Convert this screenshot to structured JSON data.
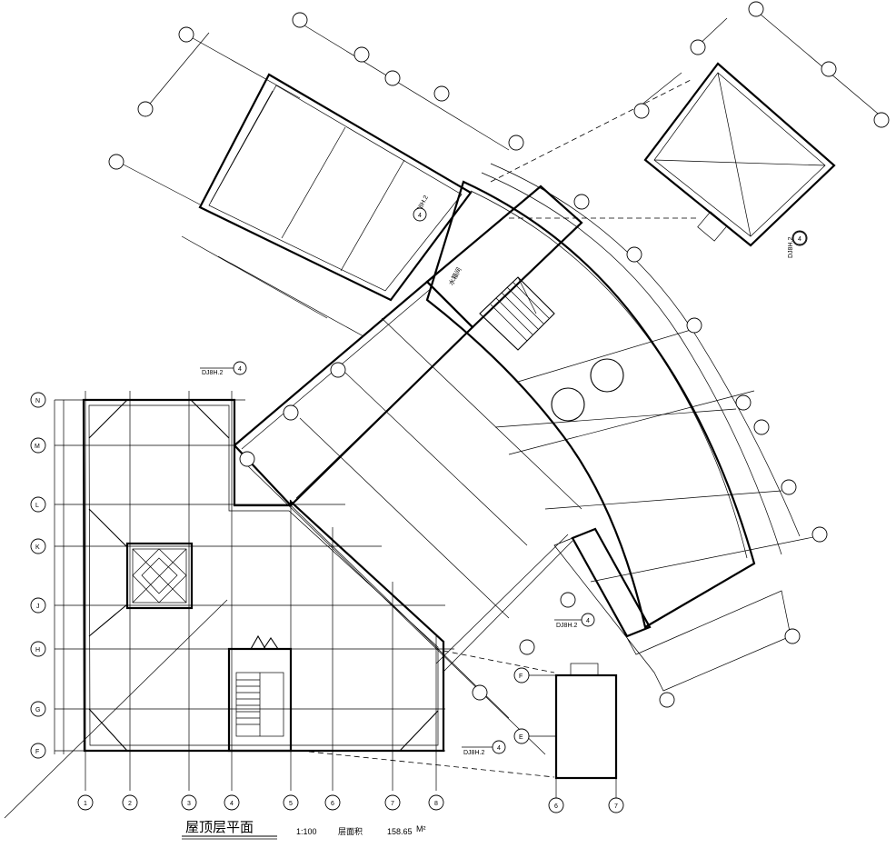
{
  "drawing": {
    "title": "屋顶层平面",
    "scale": "1:100",
    "area_label": "层面积",
    "area_value": "158.65",
    "area_unit": "M²"
  },
  "room_labels": {
    "water_tank_room": "水箱间"
  },
  "detail_refs": [
    {
      "code": "DJ8H.2",
      "sheet": "4"
    },
    {
      "code": "DJ8H.2",
      "sheet": "4"
    },
    {
      "code": "DJ8H.2",
      "sheet": "4"
    },
    {
      "code": "DJ8H.2",
      "sheet": "4"
    },
    {
      "code": "DJ8H.2",
      "sheet": "4"
    }
  ],
  "grid_left": [
    "N",
    "M",
    "L",
    "K",
    "J",
    "H",
    "G",
    "F"
  ],
  "grid_bottom": [
    "1",
    "2",
    "3",
    "4",
    "5",
    "6",
    "7",
    "8"
  ],
  "grid_small_block_left": [
    "F",
    "E"
  ],
  "grid_small_block_bottom": [
    "6",
    "7"
  ]
}
